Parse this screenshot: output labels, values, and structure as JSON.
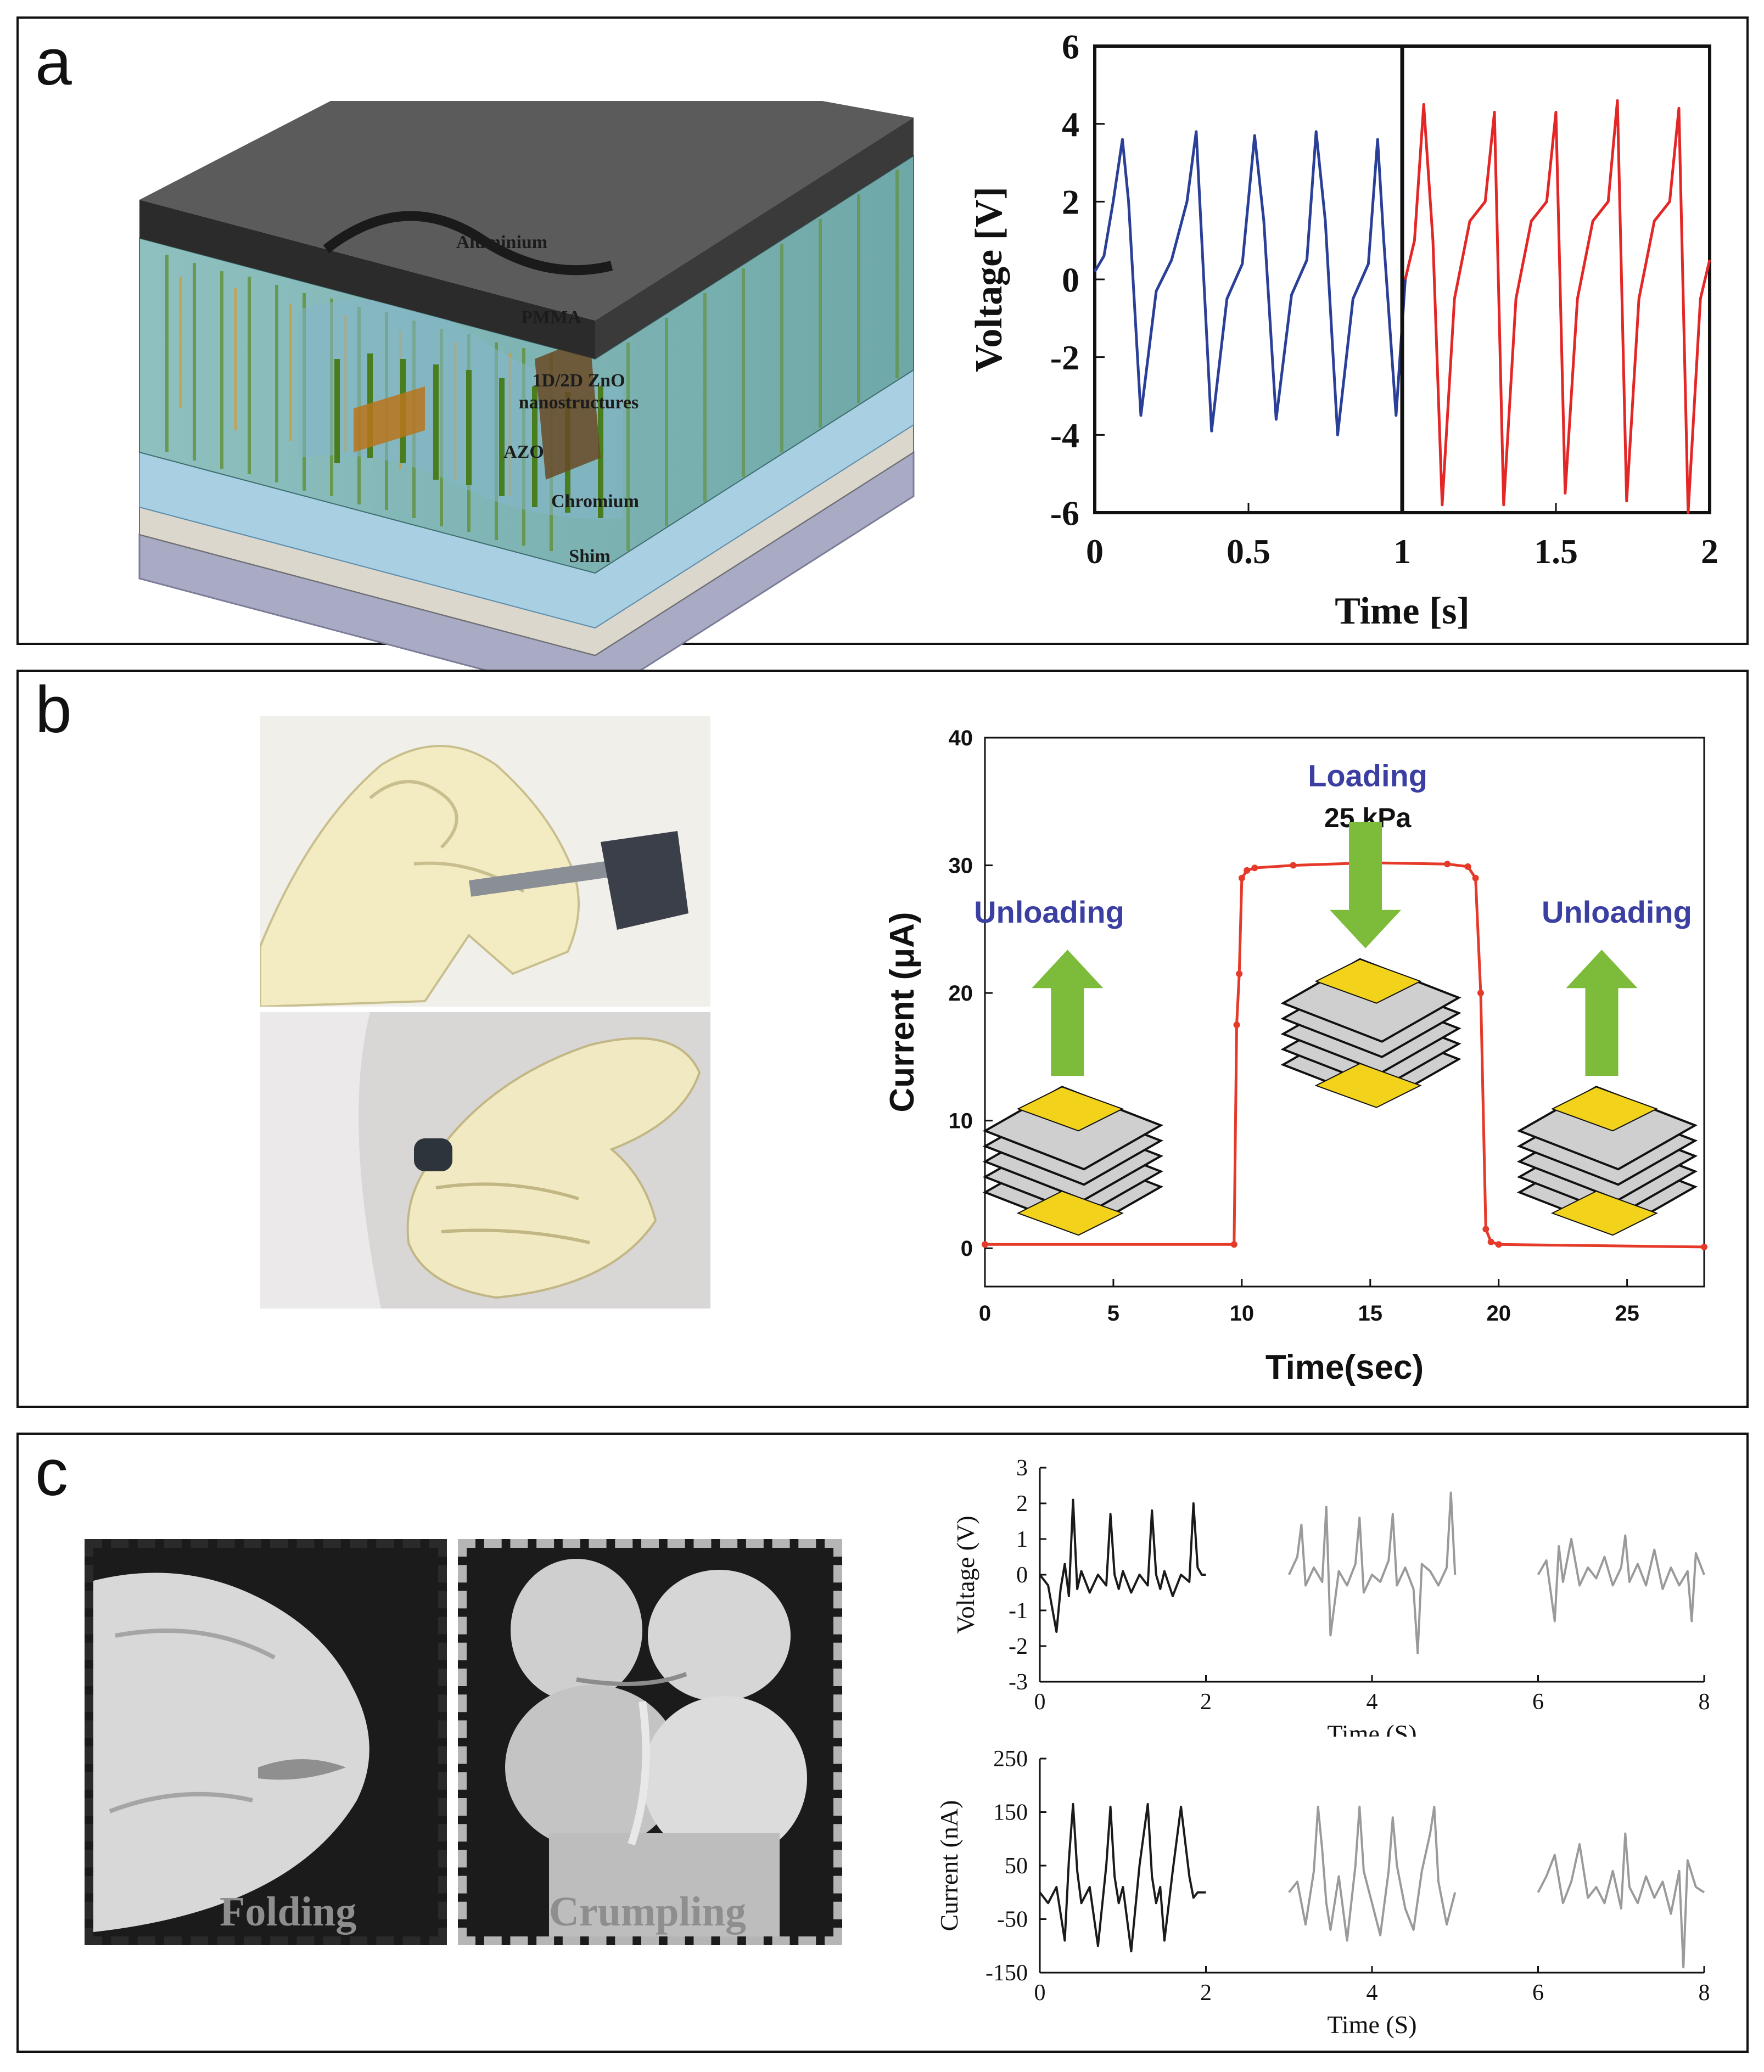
{
  "panels": {
    "a": {
      "letter": "a",
      "diagram_layers": [
        "Aluminium",
        "PMMA",
        "1D/2D ZnO",
        "nanostructures",
        "AZO",
        "Chromium",
        "Shim"
      ],
      "chart_ref": 0
    },
    "b": {
      "letter": "b",
      "chart_ref": 1,
      "annotations": {
        "unloading_left": "Unloading",
        "loading": "Loading",
        "pressure": "25 kPa",
        "unloading_right": "Unloading"
      }
    },
    "c": {
      "letter": "c",
      "photo_labels": [
        "Folding",
        "Crumpling"
      ],
      "chart_refs": [
        2,
        3
      ]
    }
  },
  "colors": {
    "blue_trace": "#2a3f97",
    "red_trace": "#e32626",
    "b_trace": "#e53a2a",
    "b_annotation": "#3b3fa2",
    "c_black": "#1a1a1a",
    "c_gray": "#9a9a9a",
    "arrow_green": "#7dbb3a",
    "electrode_yellow": "#f2d21b"
  },
  "chart_data": [
    {
      "type": "line",
      "panel": "a",
      "xlabel": "Time [s]",
      "ylabel": "Voltage [V]",
      "xlim": [
        0,
        2
      ],
      "ylim": [
        -6,
        6
      ],
      "x_ticks": [
        "0",
        "0.5",
        "1",
        "1.5",
        "2"
      ],
      "y_ticks": [
        "6",
        "4",
        "2",
        "0",
        "-2",
        "-4",
        "-6"
      ],
      "divider_x": 1.0,
      "series": [
        {
          "color": "#2a3f97",
          "x": [
            0,
            0.03,
            0.06,
            0.09,
            0.11,
            0.15,
            0.2,
            0.25,
            0.3,
            0.33,
            0.38,
            0.43,
            0.48,
            0.52,
            0.55,
            0.59,
            0.64,
            0.69,
            0.72,
            0.75,
            0.79,
            0.84,
            0.89,
            0.92,
            0.94,
            0.98,
            1.01
          ],
          "y": [
            0.2,
            0.6,
            2.0,
            3.6,
            2.0,
            -3.5,
            -0.3,
            0.5,
            2.0,
            3.8,
            -3.9,
            -0.5,
            0.4,
            3.7,
            1.5,
            -3.6,
            -0.4,
            0.5,
            3.8,
            1.5,
            -4.0,
            -0.5,
            0.4,
            3.6,
            1.0,
            -3.5,
            0.0
          ]
        },
        {
          "color": "#e32626",
          "x": [
            1.01,
            1.04,
            1.07,
            1.1,
            1.13,
            1.17,
            1.22,
            1.27,
            1.3,
            1.33,
            1.37,
            1.42,
            1.47,
            1.5,
            1.53,
            1.57,
            1.62,
            1.67,
            1.7,
            1.73,
            1.77,
            1.82,
            1.87,
            1.9,
            1.93,
            1.97,
            2.0
          ],
          "y": [
            0.0,
            1.0,
            4.5,
            1.0,
            -5.8,
            -0.5,
            1.5,
            2.0,
            4.3,
            -5.8,
            -0.5,
            1.5,
            2.0,
            4.3,
            -5.5,
            -0.5,
            1.5,
            2.0,
            4.6,
            -5.7,
            -0.5,
            1.5,
            2.0,
            4.4,
            -6.0,
            -0.5,
            0.5
          ]
        }
      ]
    },
    {
      "type": "line",
      "panel": "b",
      "xlabel": "Time(sec)",
      "ylabel": "Current (μA)",
      "xlim": [
        0,
        28
      ],
      "ylim": [
        -3,
        40
      ],
      "x_ticks": [
        "0",
        "5",
        "10",
        "15",
        "20",
        "25"
      ],
      "y_ticks": [
        "0",
        "10",
        "20",
        "30",
        "40"
      ],
      "series": [
        {
          "color": "#e53a2a",
          "x": [
            0,
            9.7,
            9.8,
            9.9,
            10.0,
            10.2,
            10.5,
            12,
            15,
            18,
            18.8,
            19.1,
            19.3,
            19.5,
            19.7,
            20,
            28
          ],
          "y": [
            0.3,
            0.3,
            17.5,
            21.5,
            29.0,
            29.6,
            29.8,
            30.0,
            30.2,
            30.1,
            29.9,
            29.0,
            20.0,
            1.5,
            0.5,
            0.3,
            0.1
          ]
        }
      ]
    },
    {
      "type": "line",
      "panel": "c",
      "xlabel": "Time (S)",
      "ylabel": "Voltage (V)",
      "xlim": [
        0,
        8
      ],
      "ylim": [
        -3,
        3
      ],
      "x_ticks": [
        "0",
        "2",
        "4",
        "6",
        "8"
      ],
      "y_ticks": [
        "3",
        "2",
        "1",
        "0",
        "-1",
        "-2",
        "-3"
      ],
      "series": [
        {
          "color": "#1a1a1a",
          "x": [
            0.0,
            0.1,
            0.2,
            0.25,
            0.3,
            0.35,
            0.4,
            0.45,
            0.5,
            0.6,
            0.7,
            0.8,
            0.85,
            0.9,
            0.95,
            1.0,
            1.1,
            1.2,
            1.3,
            1.35,
            1.4,
            1.45,
            1.5,
            1.6,
            1.7,
            1.8,
            1.85,
            1.9,
            1.95,
            2.0
          ],
          "y": [
            0.0,
            -0.3,
            -1.6,
            -0.4,
            0.3,
            -0.6,
            2.1,
            -0.4,
            0.1,
            -0.5,
            0.0,
            -0.3,
            1.7,
            0.0,
            -0.4,
            0.1,
            -0.5,
            0.0,
            -0.3,
            1.8,
            0.0,
            -0.4,
            0.1,
            -0.6,
            0.0,
            -0.2,
            2.0,
            0.2,
            0.0,
            0.0
          ]
        },
        {
          "color": "#9a9a9a",
          "x": [
            3.0,
            3.1,
            3.15,
            3.2,
            3.3,
            3.4,
            3.45,
            3.5,
            3.6,
            3.7,
            3.8,
            3.85,
            3.9,
            4.0,
            4.1,
            4.2,
            4.25,
            4.3,
            4.4,
            4.5,
            4.55,
            4.6,
            4.7,
            4.8,
            4.9,
            4.95,
            5.0
          ],
          "y": [
            0.0,
            0.5,
            1.4,
            -0.3,
            0.2,
            -0.2,
            1.9,
            -1.7,
            0.1,
            -0.3,
            0.3,
            1.6,
            -0.5,
            0.0,
            -0.2,
            0.4,
            1.7,
            -0.3,
            0.2,
            -0.4,
            -2.2,
            0.3,
            0.1,
            -0.3,
            0.2,
            2.3,
            0.0
          ]
        },
        {
          "color": "#9a9a9a",
          "x": [
            6.0,
            6.1,
            6.2,
            6.25,
            6.3,
            6.4,
            6.5,
            6.6,
            6.7,
            6.8,
            6.9,
            7.0,
            7.05,
            7.1,
            7.2,
            7.3,
            7.4,
            7.5,
            7.6,
            7.7,
            7.8,
            7.85,
            7.9,
            8.0
          ],
          "y": [
            0.0,
            0.4,
            -1.3,
            0.8,
            -0.2,
            1.0,
            -0.3,
            0.2,
            -0.1,
            0.5,
            -0.3,
            0.2,
            1.1,
            -0.2,
            0.3,
            -0.3,
            0.7,
            -0.4,
            0.2,
            -0.3,
            0.1,
            -1.3,
            0.6,
            0.0
          ]
        }
      ]
    },
    {
      "type": "line",
      "panel": "c",
      "xlabel": "Time (S)",
      "ylabel": "Current (nA)",
      "xlim": [
        0,
        8
      ],
      "ylim": [
        -150,
        250
      ],
      "x_ticks": [
        "0",
        "2",
        "4",
        "6",
        "8"
      ],
      "y_ticks": [
        "250",
        "150",
        "50",
        "-50",
        "-150"
      ],
      "series": [
        {
          "color": "#1a1a1a",
          "x": [
            0.0,
            0.1,
            0.2,
            0.3,
            0.35,
            0.4,
            0.45,
            0.5,
            0.6,
            0.7,
            0.8,
            0.85,
            0.9,
            0.95,
            1.0,
            1.1,
            1.2,
            1.3,
            1.35,
            1.4,
            1.45,
            1.5,
            1.6,
            1.7,
            1.8,
            1.85,
            1.9,
            1.95,
            2.0
          ],
          "y": [
            0.0,
            -20,
            10,
            -90,
            60,
            165,
            40,
            -20,
            10,
            -100,
            50,
            160,
            30,
            -20,
            10,
            -110,
            50,
            165,
            30,
            -20,
            10,
            -90,
            40,
            160,
            30,
            -10,
            0,
            0,
            0
          ]
        },
        {
          "color": "#9a9a9a",
          "x": [
            3.0,
            3.1,
            3.2,
            3.3,
            3.35,
            3.4,
            3.45,
            3.5,
            3.6,
            3.7,
            3.8,
            3.85,
            3.9,
            4.0,
            4.1,
            4.2,
            4.25,
            4.3,
            4.4,
            4.5,
            4.6,
            4.7,
            4.75,
            4.8,
            4.9,
            5.0
          ],
          "y": [
            0.0,
            20,
            -60,
            40,
            160,
            80,
            -20,
            -70,
            30,
            -90,
            50,
            160,
            40,
            -20,
            -80,
            40,
            140,
            50,
            -30,
            -70,
            40,
            110,
            160,
            20,
            -60,
            0
          ]
        },
        {
          "color": "#9a9a9a",
          "x": [
            6.0,
            6.1,
            6.2,
            6.3,
            6.4,
            6.5,
            6.6,
            6.7,
            6.8,
            6.9,
            7.0,
            7.05,
            7.1,
            7.2,
            7.3,
            7.4,
            7.5,
            7.6,
            7.7,
            7.75,
            7.8,
            7.9,
            8.0
          ],
          "y": [
            0.0,
            30,
            70,
            -20,
            20,
            90,
            -10,
            10,
            -20,
            40,
            -30,
            110,
            10,
            -20,
            30,
            -10,
            20,
            -40,
            40,
            -140,
            60,
            10,
            0
          ]
        }
      ]
    }
  ]
}
